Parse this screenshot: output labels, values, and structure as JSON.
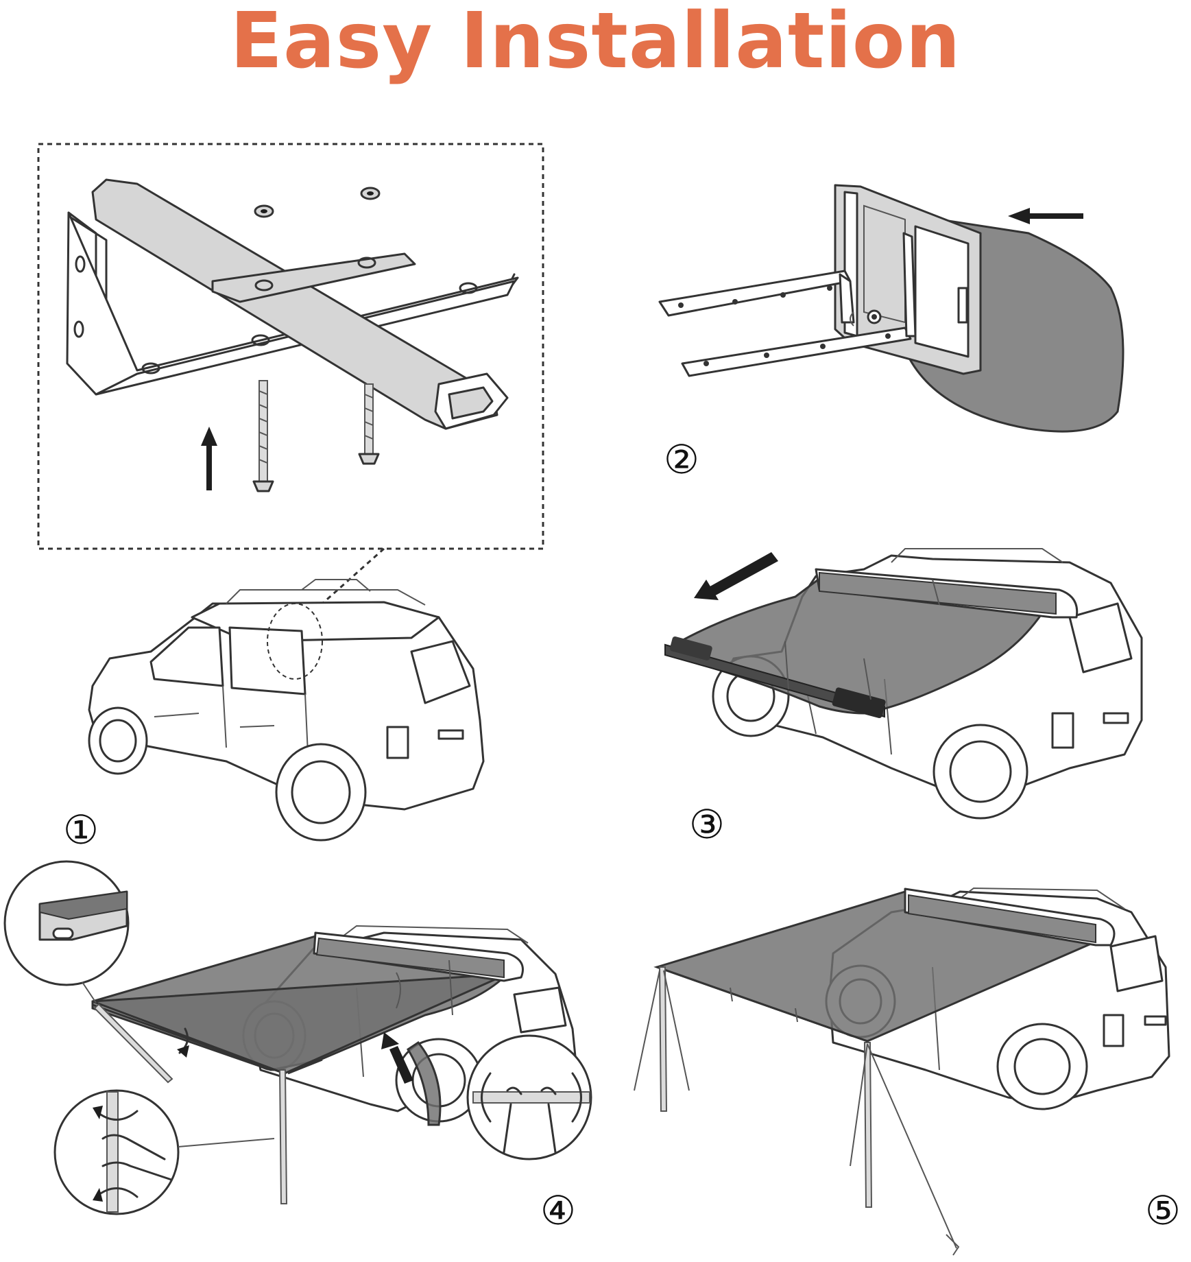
{
  "title": "Easy Installation",
  "title_color": "#e4714a",
  "steps": [
    {
      "label": "①"
    },
    {
      "label": "②"
    },
    {
      "label": "③"
    },
    {
      "label": "④"
    },
    {
      "label": "⑤"
    }
  ]
}
